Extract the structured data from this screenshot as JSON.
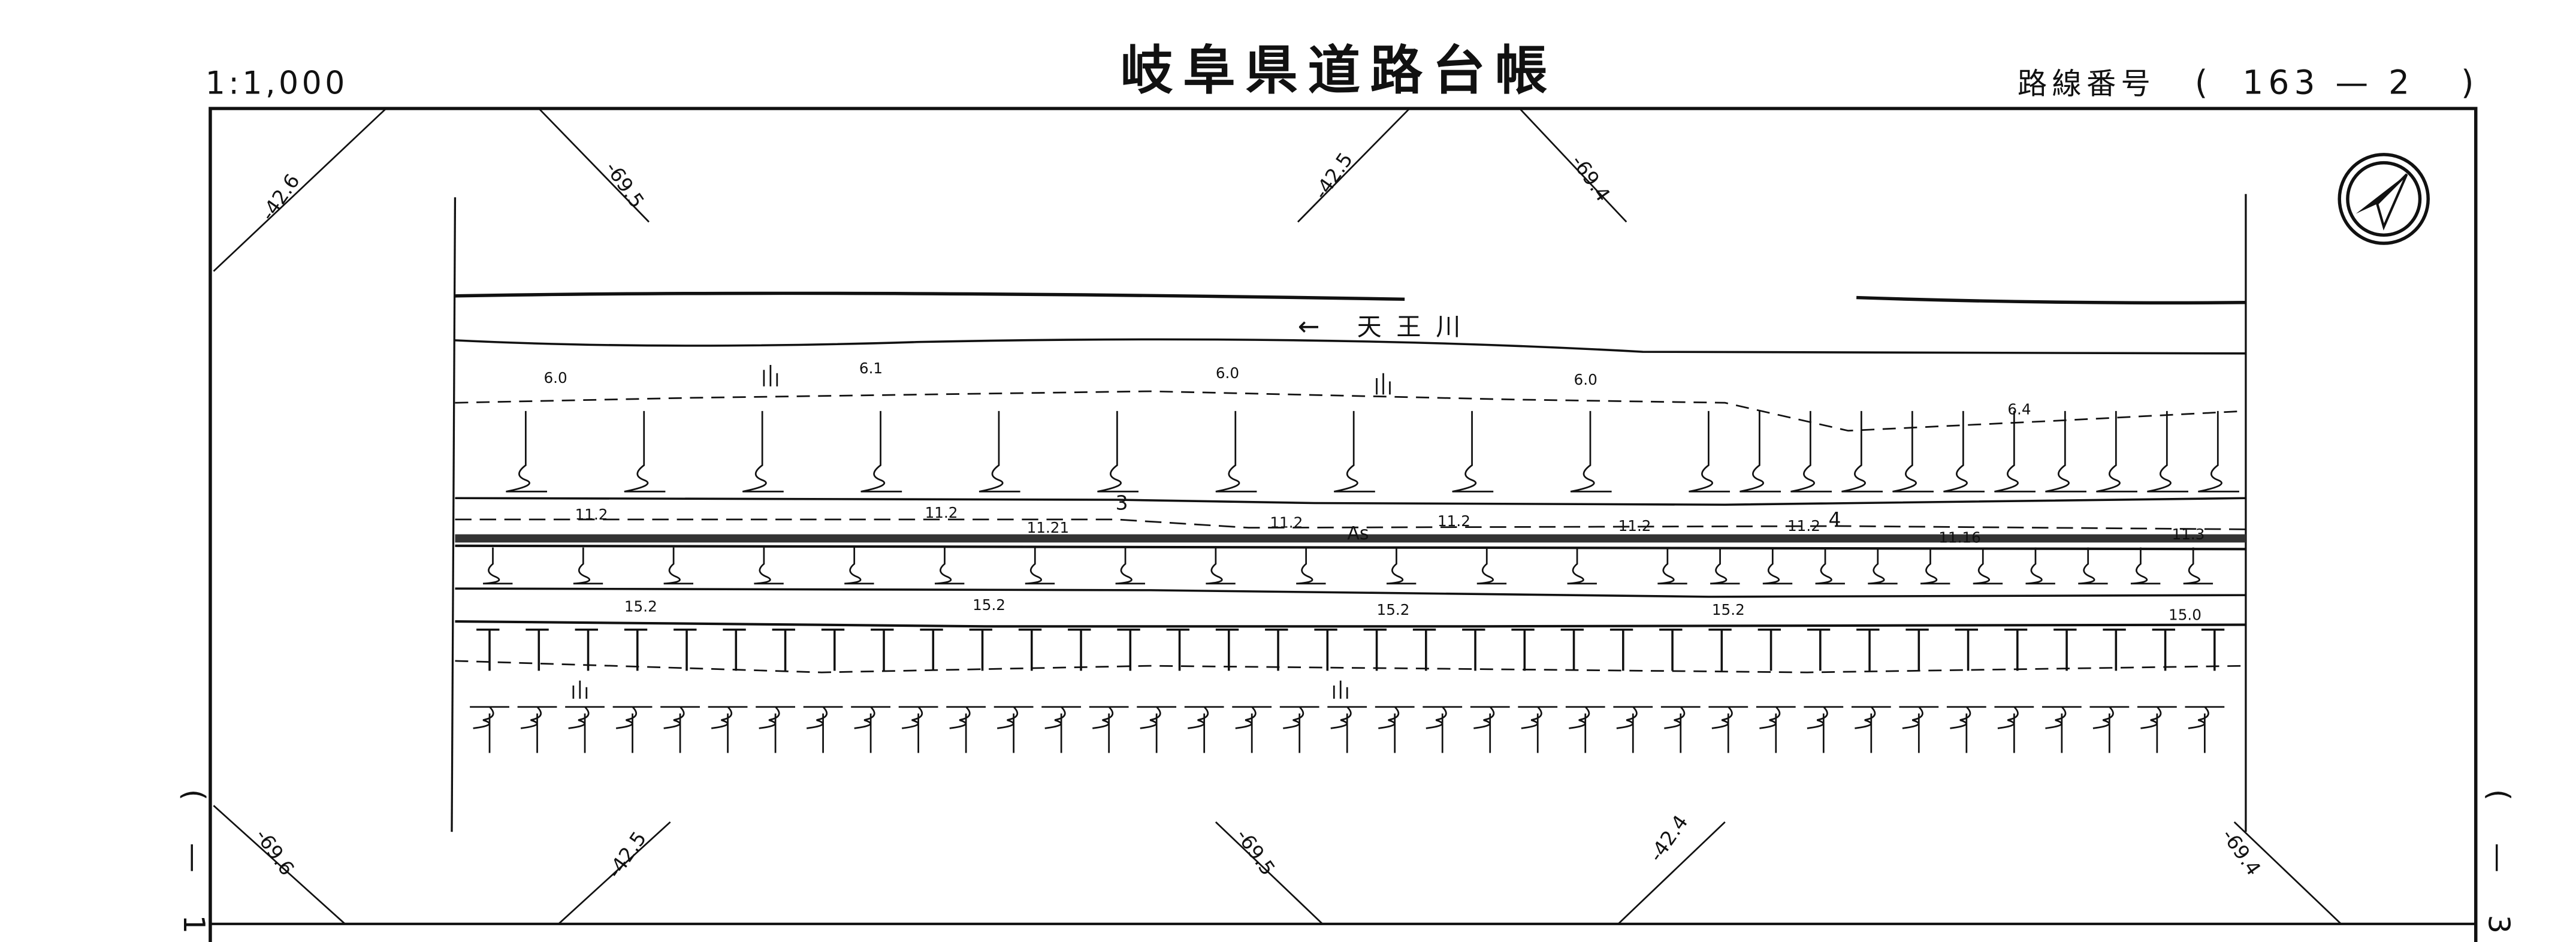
{
  "header": {
    "scale": "1:1,000",
    "title": "岐阜県道路台帳",
    "route_label": "路線番号",
    "route_open": "(",
    "route_number": "163 — 2",
    "route_close": ")"
  },
  "sheet_links": {
    "left": "( — 1",
    "right": "( — 3"
  },
  "corner_marks": {
    "top": [
      "-42.6",
      "-69.5",
      "-42.5",
      "-69.4"
    ],
    "bottom": [
      "-69.6",
      "-42.5",
      "-69.5",
      "-42.4",
      "-69.4"
    ]
  },
  "north_arrow": "north-arrow",
  "river": {
    "label": "天王川",
    "arrow": "←"
  },
  "elevations": {
    "upper": [
      "6.0",
      "6.1",
      "6.0",
      "6.0",
      "6.4"
    ],
    "road": [
      "11.2",
      "11.2",
      "11.21",
      "11.2",
      "11.2",
      "11.2",
      "11.2",
      "11.16",
      "11.3"
    ],
    "lower": [
      "15.2",
      "15.2",
      "15.2",
      "15.2",
      "15.0"
    ]
  },
  "pavement": "As",
  "stations": [
    "3",
    "4"
  ],
  "colors": {
    "ink": "#111111",
    "paper": "#ffffff"
  }
}
